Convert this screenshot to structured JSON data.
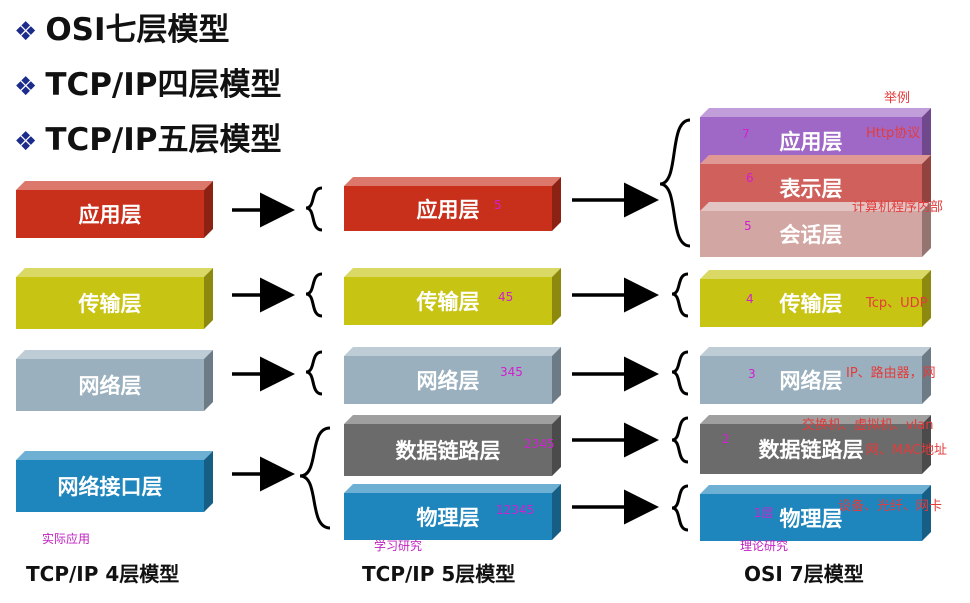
{
  "headings": [
    "OSI七层模型",
    "TCP/IP四层模型",
    "TCP/IP五层模型"
  ],
  "bullet": "❖",
  "colors": {
    "red": "#c8301c",
    "yellow": "#c8c414",
    "gray_blue": "#9ab0be",
    "blue": "#1f86bd",
    "dark_gray": "#6b6b6b",
    "purple": "#9f68c6",
    "rose": "#d0605c",
    "pink": "#d2a6a2"
  },
  "col4": {
    "layers": [
      "应用层",
      "传输层",
      "网络层",
      "网络接口层"
    ],
    "caption": "TCP/IP 4层模型",
    "note": "实际应用"
  },
  "col5": {
    "layers": [
      "应用层",
      "传输层",
      "网络层",
      "数据链路层",
      "物理层"
    ],
    "numbers": [
      "5",
      "45",
      "345",
      "2345",
      "12345"
    ],
    "caption": "TCP/IP 5层模型",
    "note": "学习研究"
  },
  "col7": {
    "layers": [
      "应用层",
      "表示层",
      "会话层",
      "传输层",
      "网络层",
      "数据链路层",
      "物理层"
    ],
    "numbers": [
      "7",
      "6",
      "5",
      "4",
      "3",
      "2",
      "1层"
    ],
    "caption": "OSI 7层模型",
    "note": "理论研究"
  },
  "examples": {
    "header": "举例",
    "http": "Http协议",
    "internal": "计算机程序内部",
    "tcp": "Tcp、UDP",
    "ip": "IP、路由器，网",
    "switch": "交换机、虚拟机、vlan",
    "mac": "网、MAC地址",
    "device": "设备、光纤、网卡"
  }
}
